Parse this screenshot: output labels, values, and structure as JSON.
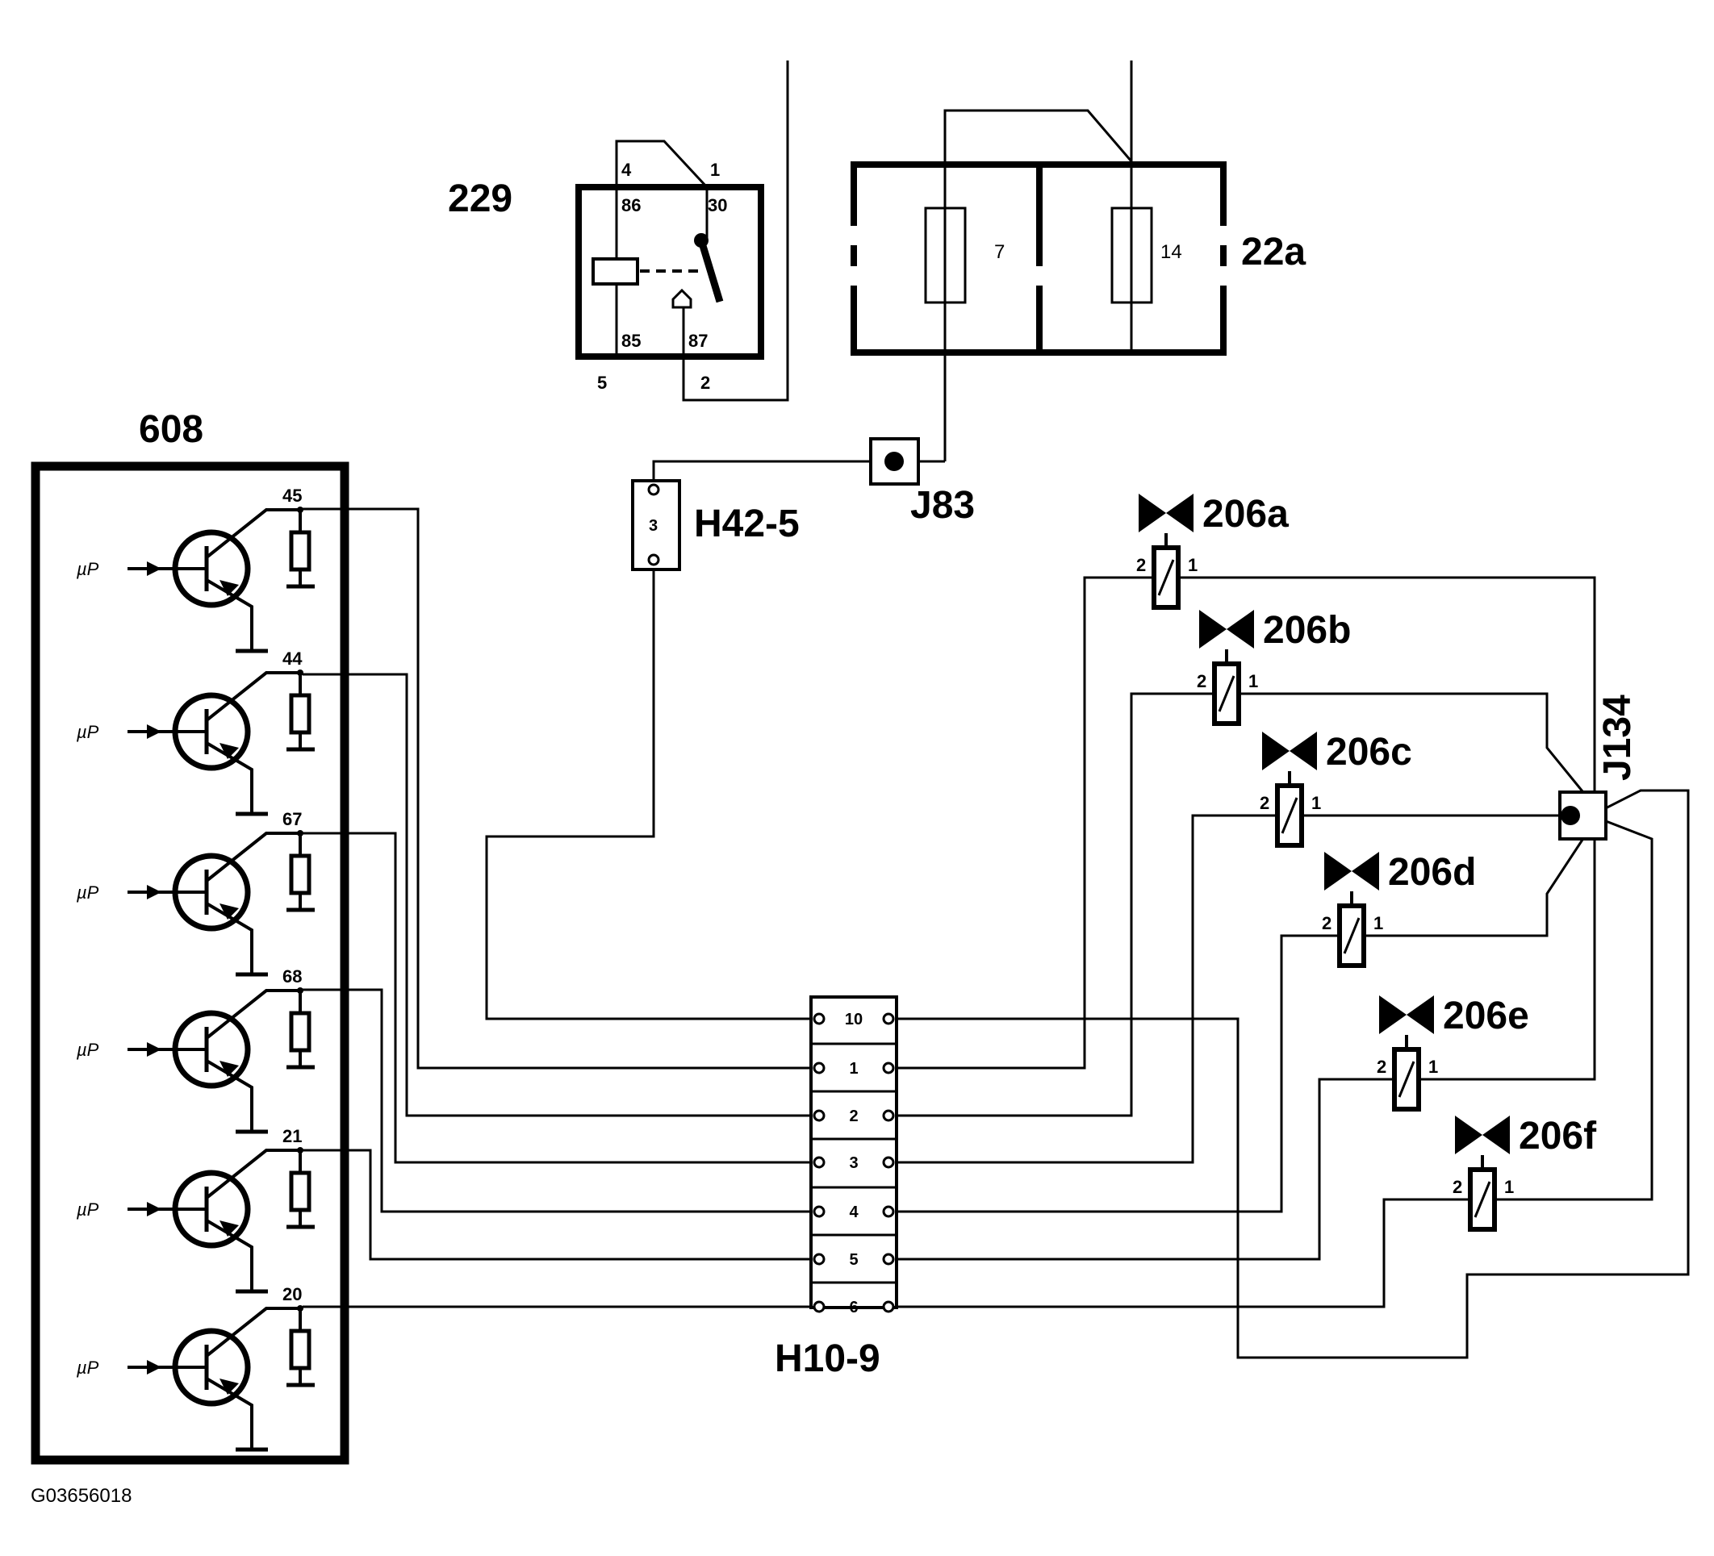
{
  "figure_id": "G03656018",
  "components": {
    "relay": {
      "label": "229",
      "pins": {
        "p4": "4",
        "p1": "1",
        "p86": "86",
        "p30": "30",
        "p85": "85",
        "p87": "87",
        "p5": "5",
        "p2": "2"
      }
    },
    "fuse_box": {
      "label": "22a",
      "fuses": [
        "7",
        "14"
      ]
    },
    "ecu": {
      "label": "608",
      "driver_input_label": "µP",
      "pins": [
        "45",
        "44",
        "67",
        "68",
        "21",
        "20"
      ]
    },
    "connector_j83": {
      "label": "J83"
    },
    "connector_h42": {
      "label": "H42-5",
      "pin": "3"
    },
    "connector_h10": {
      "label": "H10-9",
      "pins": [
        "10",
        "1",
        "2",
        "3",
        "4",
        "5",
        "6"
      ]
    },
    "connector_j134": {
      "label": "J134"
    },
    "valves": [
      {
        "label": "206a",
        "pin_left": "2",
        "pin_right": "1"
      },
      {
        "label": "206b",
        "pin_left": "2",
        "pin_right": "1"
      },
      {
        "label": "206c",
        "pin_left": "2",
        "pin_right": "1"
      },
      {
        "label": "206d",
        "pin_left": "2",
        "pin_right": "1"
      },
      {
        "label": "206e",
        "pin_left": "2",
        "pin_right": "1"
      },
      {
        "label": "206f",
        "pin_left": "2",
        "pin_right": "1"
      }
    ]
  }
}
